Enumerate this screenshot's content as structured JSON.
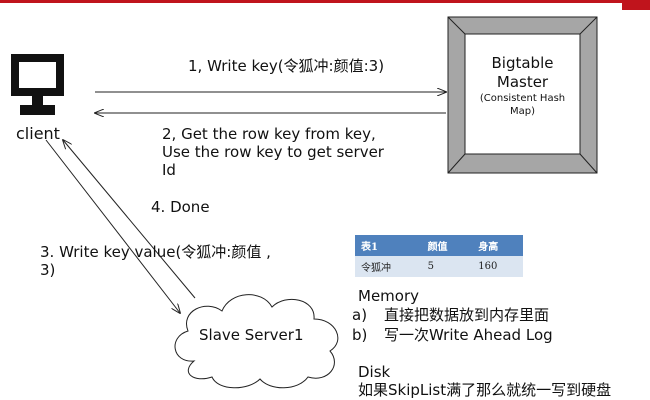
{
  "client": {
    "label": "client"
  },
  "master": {
    "line1": "Bigtable",
    "line2": "Master",
    "line3": "(Consistent Hash",
    "line4": "Map)"
  },
  "steps": {
    "step1": "1, Write key(令狐冲:颜值:3)",
    "step2_line1": "2, Get the row key from key,",
    "step2_line2": "Use the row key to get server",
    "step2_line3": "Id",
    "step3_line1": "3. Write key value(令狐冲:颜值 ,",
    "step3_line2": "3)",
    "step4": "4. Done"
  },
  "slave": {
    "label": "Slave Server1"
  },
  "table": {
    "headers": [
      "表1",
      "颜值",
      "身高"
    ],
    "rows": [
      [
        "令狐冲",
        "5",
        "160"
      ]
    ]
  },
  "memory": {
    "title": "Memory",
    "item_a_marker": "a)",
    "item_a": "直接把数据放到内存里面",
    "item_b_marker": "b)",
    "item_b": "写一次Write Ahead Log"
  },
  "disk": {
    "title": "Disk",
    "text": "如果SkipList满了那么就统一写到硬盘"
  },
  "colors": {
    "accent": "#c0141c",
    "table_header": "#4f81bd",
    "table_cell": "#dbe5f1"
  }
}
